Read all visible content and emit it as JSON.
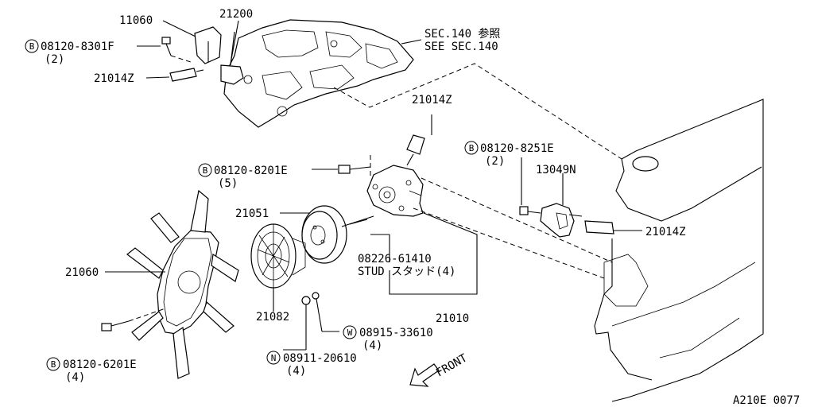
{
  "callouts": {
    "p11060": "11060",
    "p21200": "21200",
    "p08120_8301F": "08120-8301F",
    "p08120_8301F_qty": "(2)",
    "p21014Z_a": "21014Z",
    "sec140": "SEC.140 参照",
    "see_sec140": "SEE SEC.140",
    "p21014Z_b": "21014Z",
    "p08120_8251E": "08120-8251E",
    "p08120_8251E_qty": "(2)",
    "p13049N": "13049N",
    "p08120_8201E": "08120-8201E",
    "p08120_8201E_qty": "(5)",
    "p21051": "21051",
    "p21014Z_c": "21014Z",
    "p08226_61410": "08226-61410",
    "stud": "STUD スタッド(4)",
    "p21060": "21060",
    "p21082": "21082",
    "p21010": "21010",
    "p08915_33610": "08915-33610",
    "p08915_33610_qty": "(4)",
    "p08911_20610": "08911-20610",
    "p08911_20610_qty": "(4)",
    "p08120_6201E": "08120-6201E",
    "p08120_6201E_qty": "(4)",
    "front": "FRONT",
    "diagram_code": "A210E 0077"
  },
  "badges": {
    "bolt": "B",
    "washer": "W",
    "nut": "N"
  }
}
